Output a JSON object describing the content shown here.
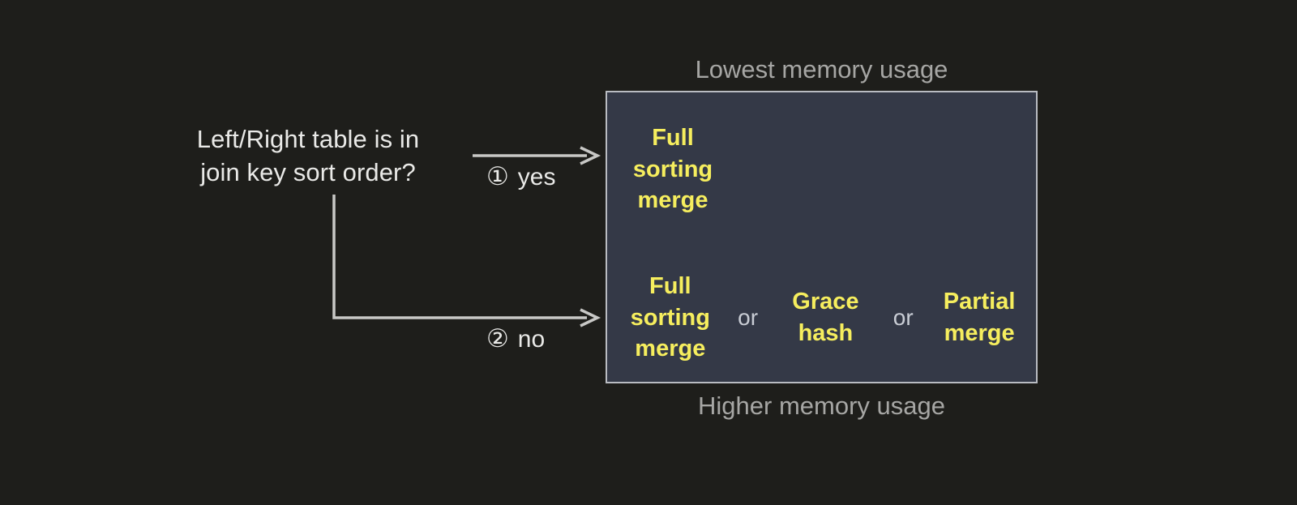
{
  "diagram": {
    "question": "Left/Right table is in\njoin key sort order?",
    "branches": [
      {
        "marker": "①",
        "label": "yes"
      },
      {
        "marker": "②",
        "label": "no"
      }
    ],
    "captions": {
      "top": "Lowest memory usage",
      "bottom": "Higher memory usage"
    },
    "outcomes": {
      "sorted": {
        "algorithms": [
          "Full\nsorting\nmerge"
        ]
      },
      "unsorted": {
        "algorithms": [
          "Full\nsorting\nmerge",
          "Grace\nhash",
          "Partial\nmerge"
        ],
        "conjunction": "or"
      }
    },
    "colors": {
      "page_background": "#1e1e1b",
      "box_background": "#343947",
      "box_border": "#b9bcc2",
      "algorithm_text": "#f6ee5e",
      "caption_text": "#a6a6a4",
      "question_text": "#e9e9e7",
      "connector": "#c8c8c6"
    }
  }
}
